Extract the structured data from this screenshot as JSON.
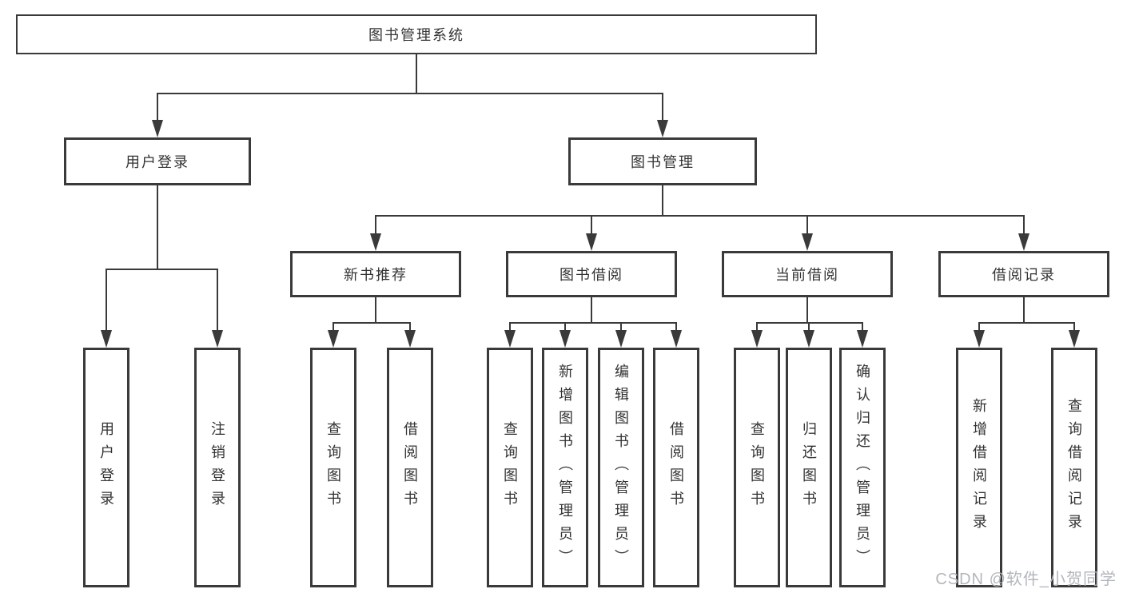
{
  "diagram": {
    "type": "hierarchy-tree",
    "root": {
      "label": "图书管理系统"
    },
    "branches": [
      {
        "id": "user-login",
        "label": "用户登录"
      },
      {
        "id": "book-management",
        "label": "图书管理"
      }
    ],
    "modules": [
      {
        "id": "new-book-recommend",
        "label": "新书推荐",
        "parent": "图书管理"
      },
      {
        "id": "book-borrow",
        "label": "图书借阅",
        "parent": "图书管理"
      },
      {
        "id": "current-borrow",
        "label": "当前借阅",
        "parent": "图书管理"
      },
      {
        "id": "borrow-records",
        "label": "借阅记录",
        "parent": "图书管理"
      }
    ],
    "leaves": [
      {
        "label": "用户登录",
        "parent": "用户登录"
      },
      {
        "label": "注销登录",
        "parent": "用户登录"
      },
      {
        "label": "查询图书",
        "parent": "新书推荐"
      },
      {
        "label": "借阅图书",
        "parent": "新书推荐"
      },
      {
        "label": "查询图书",
        "parent": "图书借阅"
      },
      {
        "label": "新增图书（管理员）",
        "parent": "图书借阅"
      },
      {
        "label": "编辑图书（管理员）",
        "parent": "图书借阅"
      },
      {
        "label": "借阅图书",
        "parent": "图书借阅"
      },
      {
        "label": "查询图书",
        "parent": "当前借阅"
      },
      {
        "label": "归还图书",
        "parent": "当前借阅"
      },
      {
        "label": "确认归还（管理员）",
        "parent": "当前借阅"
      },
      {
        "label": "新增借阅记录",
        "parent": "借阅记录"
      },
      {
        "label": "查询借阅记录",
        "parent": "借阅记录"
      }
    ],
    "watermark": {
      "text": "CSDN @软件_小贺同学"
    },
    "colors": {
      "border": "#3a3a3a",
      "line": "#3a3a3a",
      "text": "#333333",
      "watermark": "#b3b6bc",
      "background": "#ffffff"
    }
  }
}
